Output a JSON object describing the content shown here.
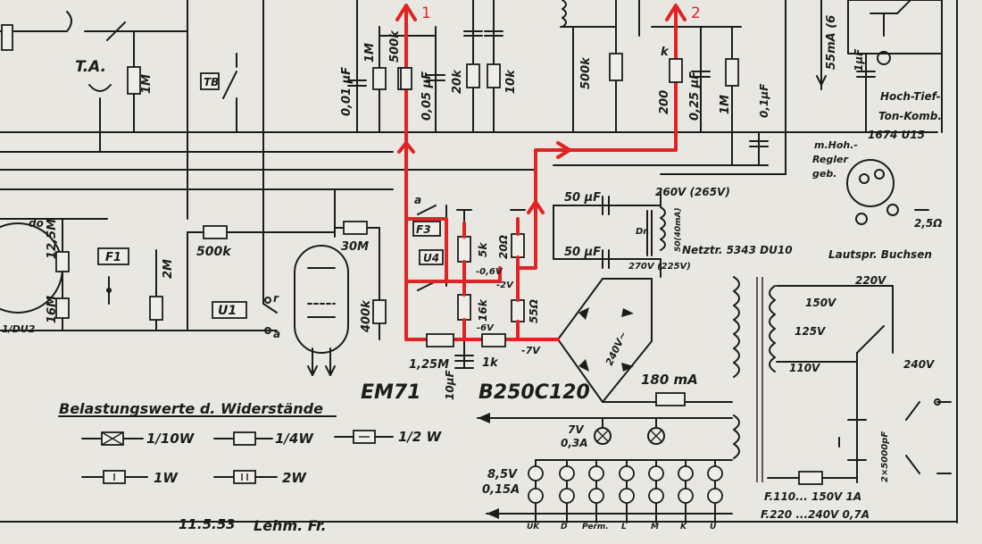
{
  "colors": {
    "paper": "#e9e7e1",
    "ink": "#1c1c1c",
    "highlight": "#e02424"
  },
  "markers": {
    "m1": "1",
    "m2": "2"
  },
  "labels": {
    "ta": "T.A.",
    "r_1m_left": "1M",
    "tb": "TB",
    "c001": "0,01 µF",
    "r1m_mid": "1M",
    "r500k": "500k",
    "c005": "0,05 µF",
    "r20k": "20k",
    "r10k": "10k",
    "r500k_b": "500k",
    "k_top": "k",
    "r200": "200",
    "c025": "0,25 µF",
    "r1m_right": "1M",
    "c01": "0,1µF",
    "ma55": "55mA (6",
    "c1uf": "1µF",
    "hochtief": "Hoch-Tief-",
    "tonkomb": "Ton-Komb.",
    "code1674": "1674 U15",
    "mhoh": "m.Hoh.-",
    "regler": "Regler",
    "geb": "geb.",
    "lautspr": "Lautspr. Buchsen",
    "r25": "2,5Ω",
    "do": "do",
    "r125m": "12,5M",
    "r16m": "16M",
    "tube_left": "1/DU2",
    "f1": "F1",
    "r2m": "2M",
    "r500k_mid": "500k",
    "r30m": "30M",
    "u1": "U1",
    "r400k": "400k",
    "a1": "a",
    "r1": "r",
    "f3": "F3",
    "u4": "U4",
    "a_f3": "a",
    "r5k": "5k",
    "v06": "-0,6V",
    "r20": "20Ω",
    "v2": "-2V",
    "r16k": "16k",
    "v6": "-6V",
    "r55": "55Ω",
    "r125m_b": "1,25M",
    "r1k": "1k",
    "v7": "-7V",
    "c10": "10µF",
    "c50a": "50 µF",
    "c50b": "50 µF",
    "v260": "260V (265V)",
    "dr": "Dr.",
    "ma50": "50(40mA)",
    "netztr": "Netztr. 5343 DU10",
    "v270": "270V (225V)",
    "v240ac": "240V~",
    "v220": "220V",
    "v150": "150V",
    "v125": "125V",
    "v110": "110V",
    "v240": "240V",
    "em71": "EM71",
    "rect": "B250C120",
    "ma180": "180 mA",
    "v7l": "7V",
    "a03": "0,3A",
    "v85": "8,5V",
    "a015": "0,15A",
    "cap2x": "2×5000pF",
    "f110": "F.110... 150V 1A",
    "f220": "F.220 ...240V 0,7A",
    "lamp_labels": [
      "UK",
      "D",
      "Perm.",
      "L",
      "M",
      "K",
      "U"
    ],
    "legend_title": "Belastungswerte d. Widerstände",
    "legend_110": "1/10W",
    "legend_14": "1/4W",
    "legend_12": "1/2 W",
    "legend_1": "1W",
    "legend_2": "2W",
    "date": "11.5.53",
    "sign": "Lehm. Fr."
  }
}
